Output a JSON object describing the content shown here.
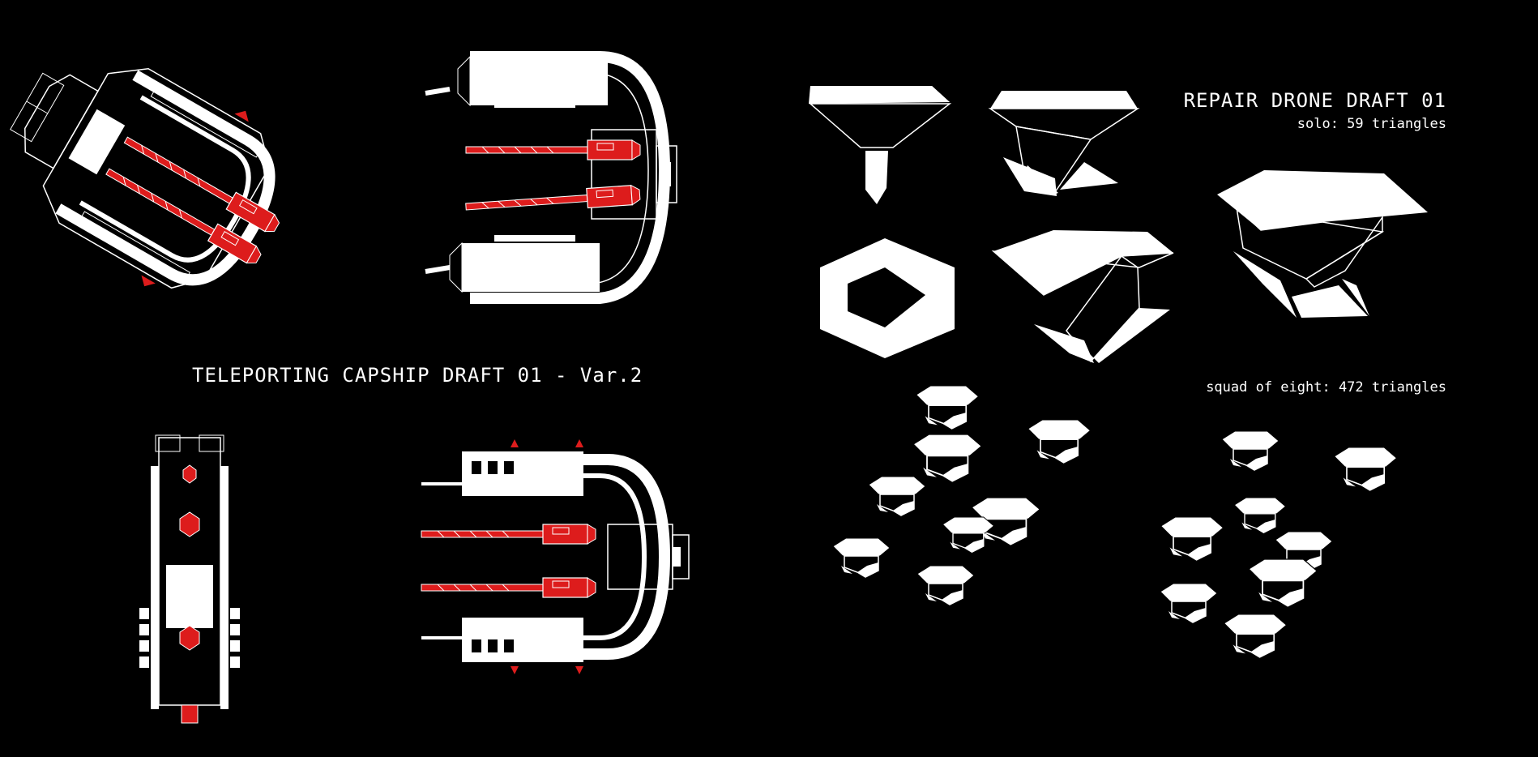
{
  "titles": {
    "capship": "TELEPORTING CAPSHIP DRAFT 01 - Var.2",
    "drone": "REPAIR DRONE DRAFT 01",
    "solo_caption": "solo: 59 triangles",
    "squad_caption": "squad of eight: 472 triangles"
  },
  "colors": {
    "background": "#000000",
    "hull": "#ffffff",
    "line": "#ffffff",
    "weapon_accent": "#dd1c1c"
  },
  "figures": {
    "capship_views": [
      "capship-iso-view",
      "capship-front-view",
      "capship-side-view",
      "capship-top-view"
    ],
    "drone_views": [
      "drone-front-view",
      "drone-side-view",
      "drone-top-view",
      "drone-iso-view",
      "drone-large-iso-view"
    ],
    "squads": [
      "drone-squad-left",
      "drone-squad-right"
    ]
  }
}
